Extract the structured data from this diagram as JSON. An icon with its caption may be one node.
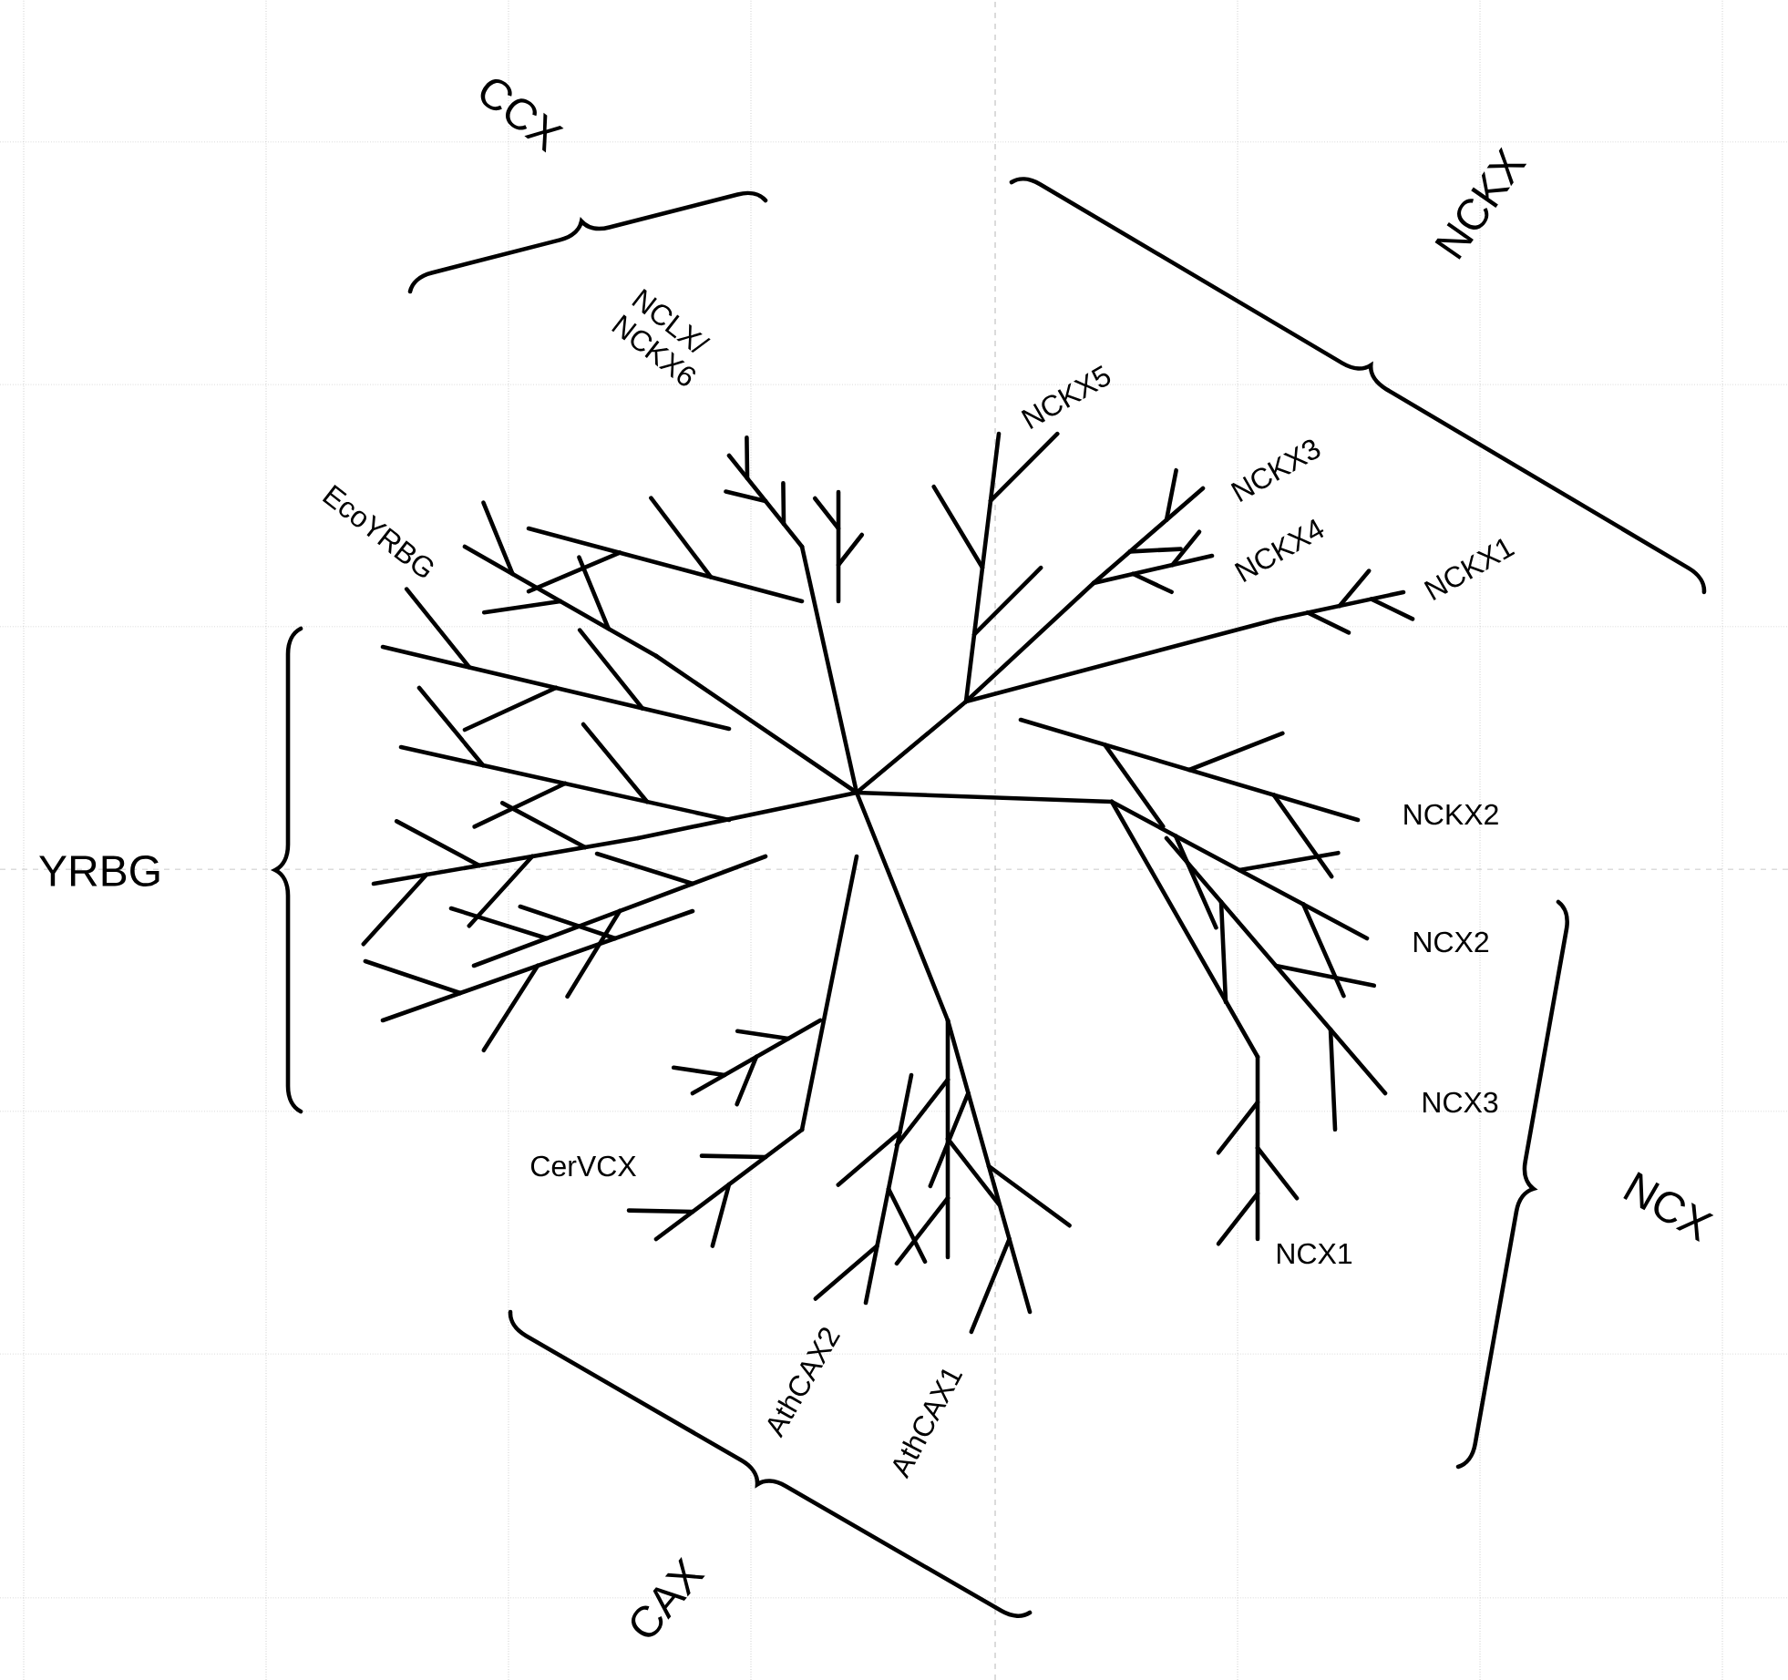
{
  "diagram": {
    "labels": [
      "CCX",
      "NCKX",
      "NCLX/ NCKX6",
      "NCKX5",
      "NCKX3",
      "EcoYRBG",
      "NCKX4",
      "NCKX1",
      "NCKX2",
      "YRBG",
      "NCX2",
      "NCX3",
      "NCX",
      "CerVCX",
      "NCX1",
      "AthCAX2",
      "AthCAX1",
      "CAX"
    ]
  }
}
